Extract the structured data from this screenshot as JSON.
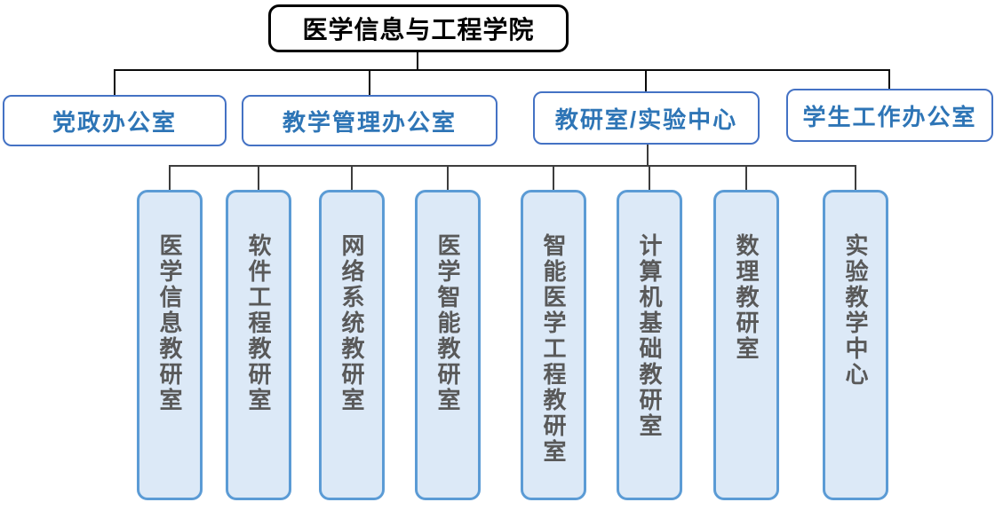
{
  "org": {
    "root": {
      "label": "医学信息与工程学院"
    },
    "offices": [
      {
        "label": "党政办公室"
      },
      {
        "label": "教学管理办公室"
      },
      {
        "label": "教研室/实验中心"
      },
      {
        "label": "学生工作办公室"
      }
    ],
    "units": [
      {
        "label": "医学信息教研室"
      },
      {
        "label": "软件工程教研室"
      },
      {
        "label": "网络系统教研室"
      },
      {
        "label": "医学智能教研室"
      },
      {
        "label": "智能医学工程教研室"
      },
      {
        "label": "计算机基础教研室"
      },
      {
        "label": "数理教研室"
      },
      {
        "label": "实验教学中心"
      }
    ],
    "colors": {
      "root_border": "#000000",
      "root_text": "#000000",
      "office_border": "#4472C4",
      "office_text": "#2E75B6",
      "unit_border": "#5B9BD5",
      "unit_fill": "#DCE9F7",
      "unit_text": "#595959",
      "connector_level1": "#0A0A0A",
      "connector_level2": "#3D3D3D"
    }
  }
}
